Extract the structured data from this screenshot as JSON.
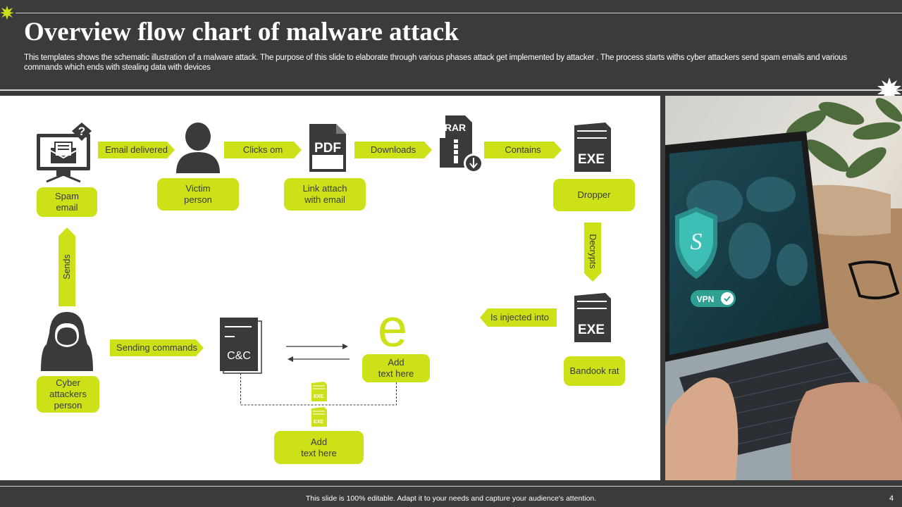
{
  "header": {
    "title": "Overview flow chart of malware attack",
    "subtitle": "This templates shows the schematic illustration of a malware attack. The purpose of this slide to elaborate through various phases attack get implemented  by attacker . The process starts withs cyber attackers send spam emails and various commands which  ends with  stealing data with devices"
  },
  "nodes": {
    "spam_email": "Spam\nemail",
    "victim_person": "Victim\nperson",
    "link_attach": "Link attach\nwith email",
    "dropper": "Dropper",
    "bandook_rat": "Bandook rat",
    "cyber_attackers": "Cyber\nattackers\nperson",
    "add_text_1": "Add\ntext here",
    "add_text_2": "Add\ntext here"
  },
  "arrows": {
    "email_delivered": "Email delivered",
    "clicks_om": "Clicks om",
    "downloads": "Downloads",
    "contains": "Contains",
    "decrypts": "Decrypts",
    "is_injected_into": "Is injected into",
    "sends": "Sends",
    "sending_commands": "Sending commands"
  },
  "icon_labels": {
    "pdf": "PDF",
    "rar": "RAR",
    "exe": "EXE",
    "cc": "C&C",
    "small_exe": "EXE",
    "vpn": "VPN"
  },
  "colors": {
    "accent": "#cde119",
    "dark": "#3b3b3b",
    "icon": "#3a3a3a",
    "canvas": "#ffffff"
  },
  "footer": {
    "text": "This slide is 100% editable. Adapt it to your needs and capture your audience's attention.",
    "page_number": "4"
  }
}
